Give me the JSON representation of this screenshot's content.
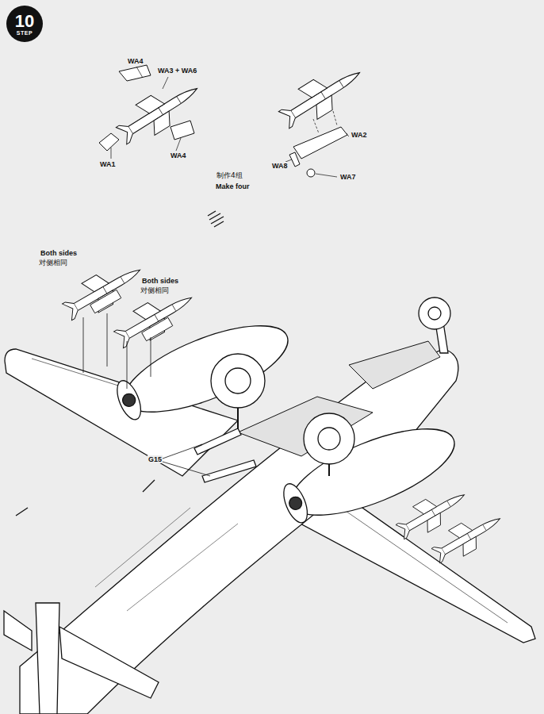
{
  "diagram": {
    "nodes": [
      {
        "text": [
          "10",
          "STEP"
        ]
      }
    ],
    "labels": [
      "WA4",
      "WA3 + WA6",
      "WA1",
      "WA4",
      "WA2",
      "WA8",
      "WA7",
      "制作4组",
      "Make four",
      "Both sides",
      "对侧相同",
      "Both sides",
      "对侧相同",
      "G15"
    ]
  }
}
